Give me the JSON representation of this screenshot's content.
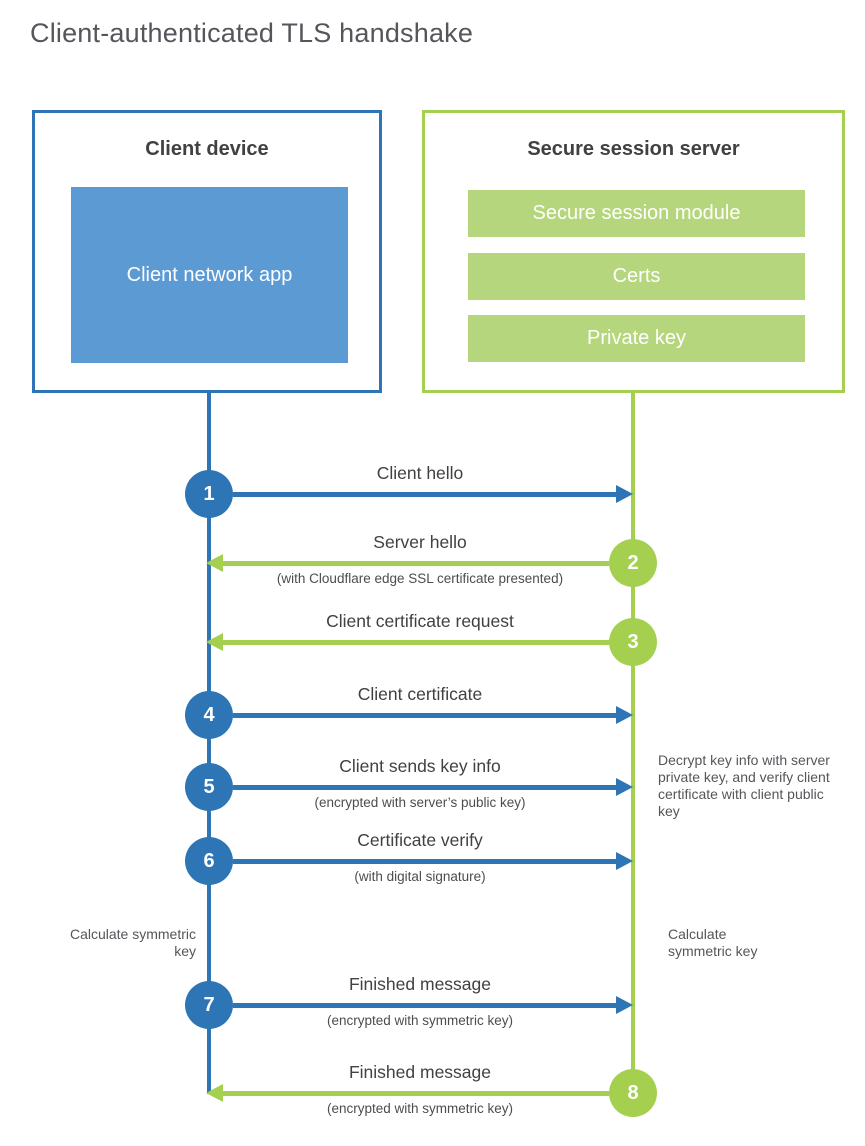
{
  "title": "Client-authenticated TLS handshake",
  "client": {
    "title": "Client device",
    "app_label": "Client network app"
  },
  "server": {
    "title": "Secure session server",
    "modules": [
      "Secure session module",
      "Certs",
      "Private key"
    ]
  },
  "messages": [
    {
      "num": "1",
      "from": "client",
      "to": "server",
      "label": "Client hello",
      "sub": ""
    },
    {
      "num": "2",
      "from": "server",
      "to": "client",
      "label": "Server hello",
      "sub": "(with Cloudflare edge SSL certificate presented)"
    },
    {
      "num": "3",
      "from": "server",
      "to": "client",
      "label": "Client certificate request",
      "sub": ""
    },
    {
      "num": "4",
      "from": "client",
      "to": "server",
      "label": "Client certificate",
      "sub": ""
    },
    {
      "num": "5",
      "from": "client",
      "to": "server",
      "label": "Client sends key info",
      "sub": "(encrypted with server’s public key)"
    },
    {
      "num": "6",
      "from": "client",
      "to": "server",
      "label": "Certificate verify",
      "sub": "(with digital signature)"
    },
    {
      "num": "7",
      "from": "client",
      "to": "server",
      "label": "Finished message",
      "sub": "(encrypted with symmetric key)"
    },
    {
      "num": "8",
      "from": "server",
      "to": "client",
      "label": "Finished message",
      "sub": "(encrypted with symmetric key)"
    }
  ],
  "annotations": {
    "server_note": "Decrypt key info with server private key, and verify client certificate with client public key",
    "client_calc": "Calculate symmetric key",
    "server_calc": "Calculate symmetric key"
  },
  "colors": {
    "blue": "#2e75b5",
    "blue_light": "#5b9ad3",
    "green": "#a4cf4f",
    "green_light": "#b5d67c",
    "text_dark": "#414042",
    "text_muted": "#55565a"
  }
}
